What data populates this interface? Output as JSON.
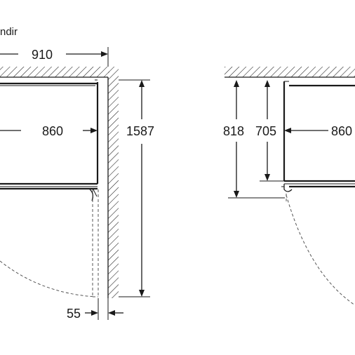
{
  "note": "ndir",
  "left_view": {
    "dims": {
      "total_width": "910",
      "body_width": "860",
      "door_height": "1587",
      "wall_gap": "55"
    }
  },
  "right_view": {
    "dims": {
      "height_outer": "818",
      "height_inner": "705",
      "body_width": "860"
    }
  }
}
